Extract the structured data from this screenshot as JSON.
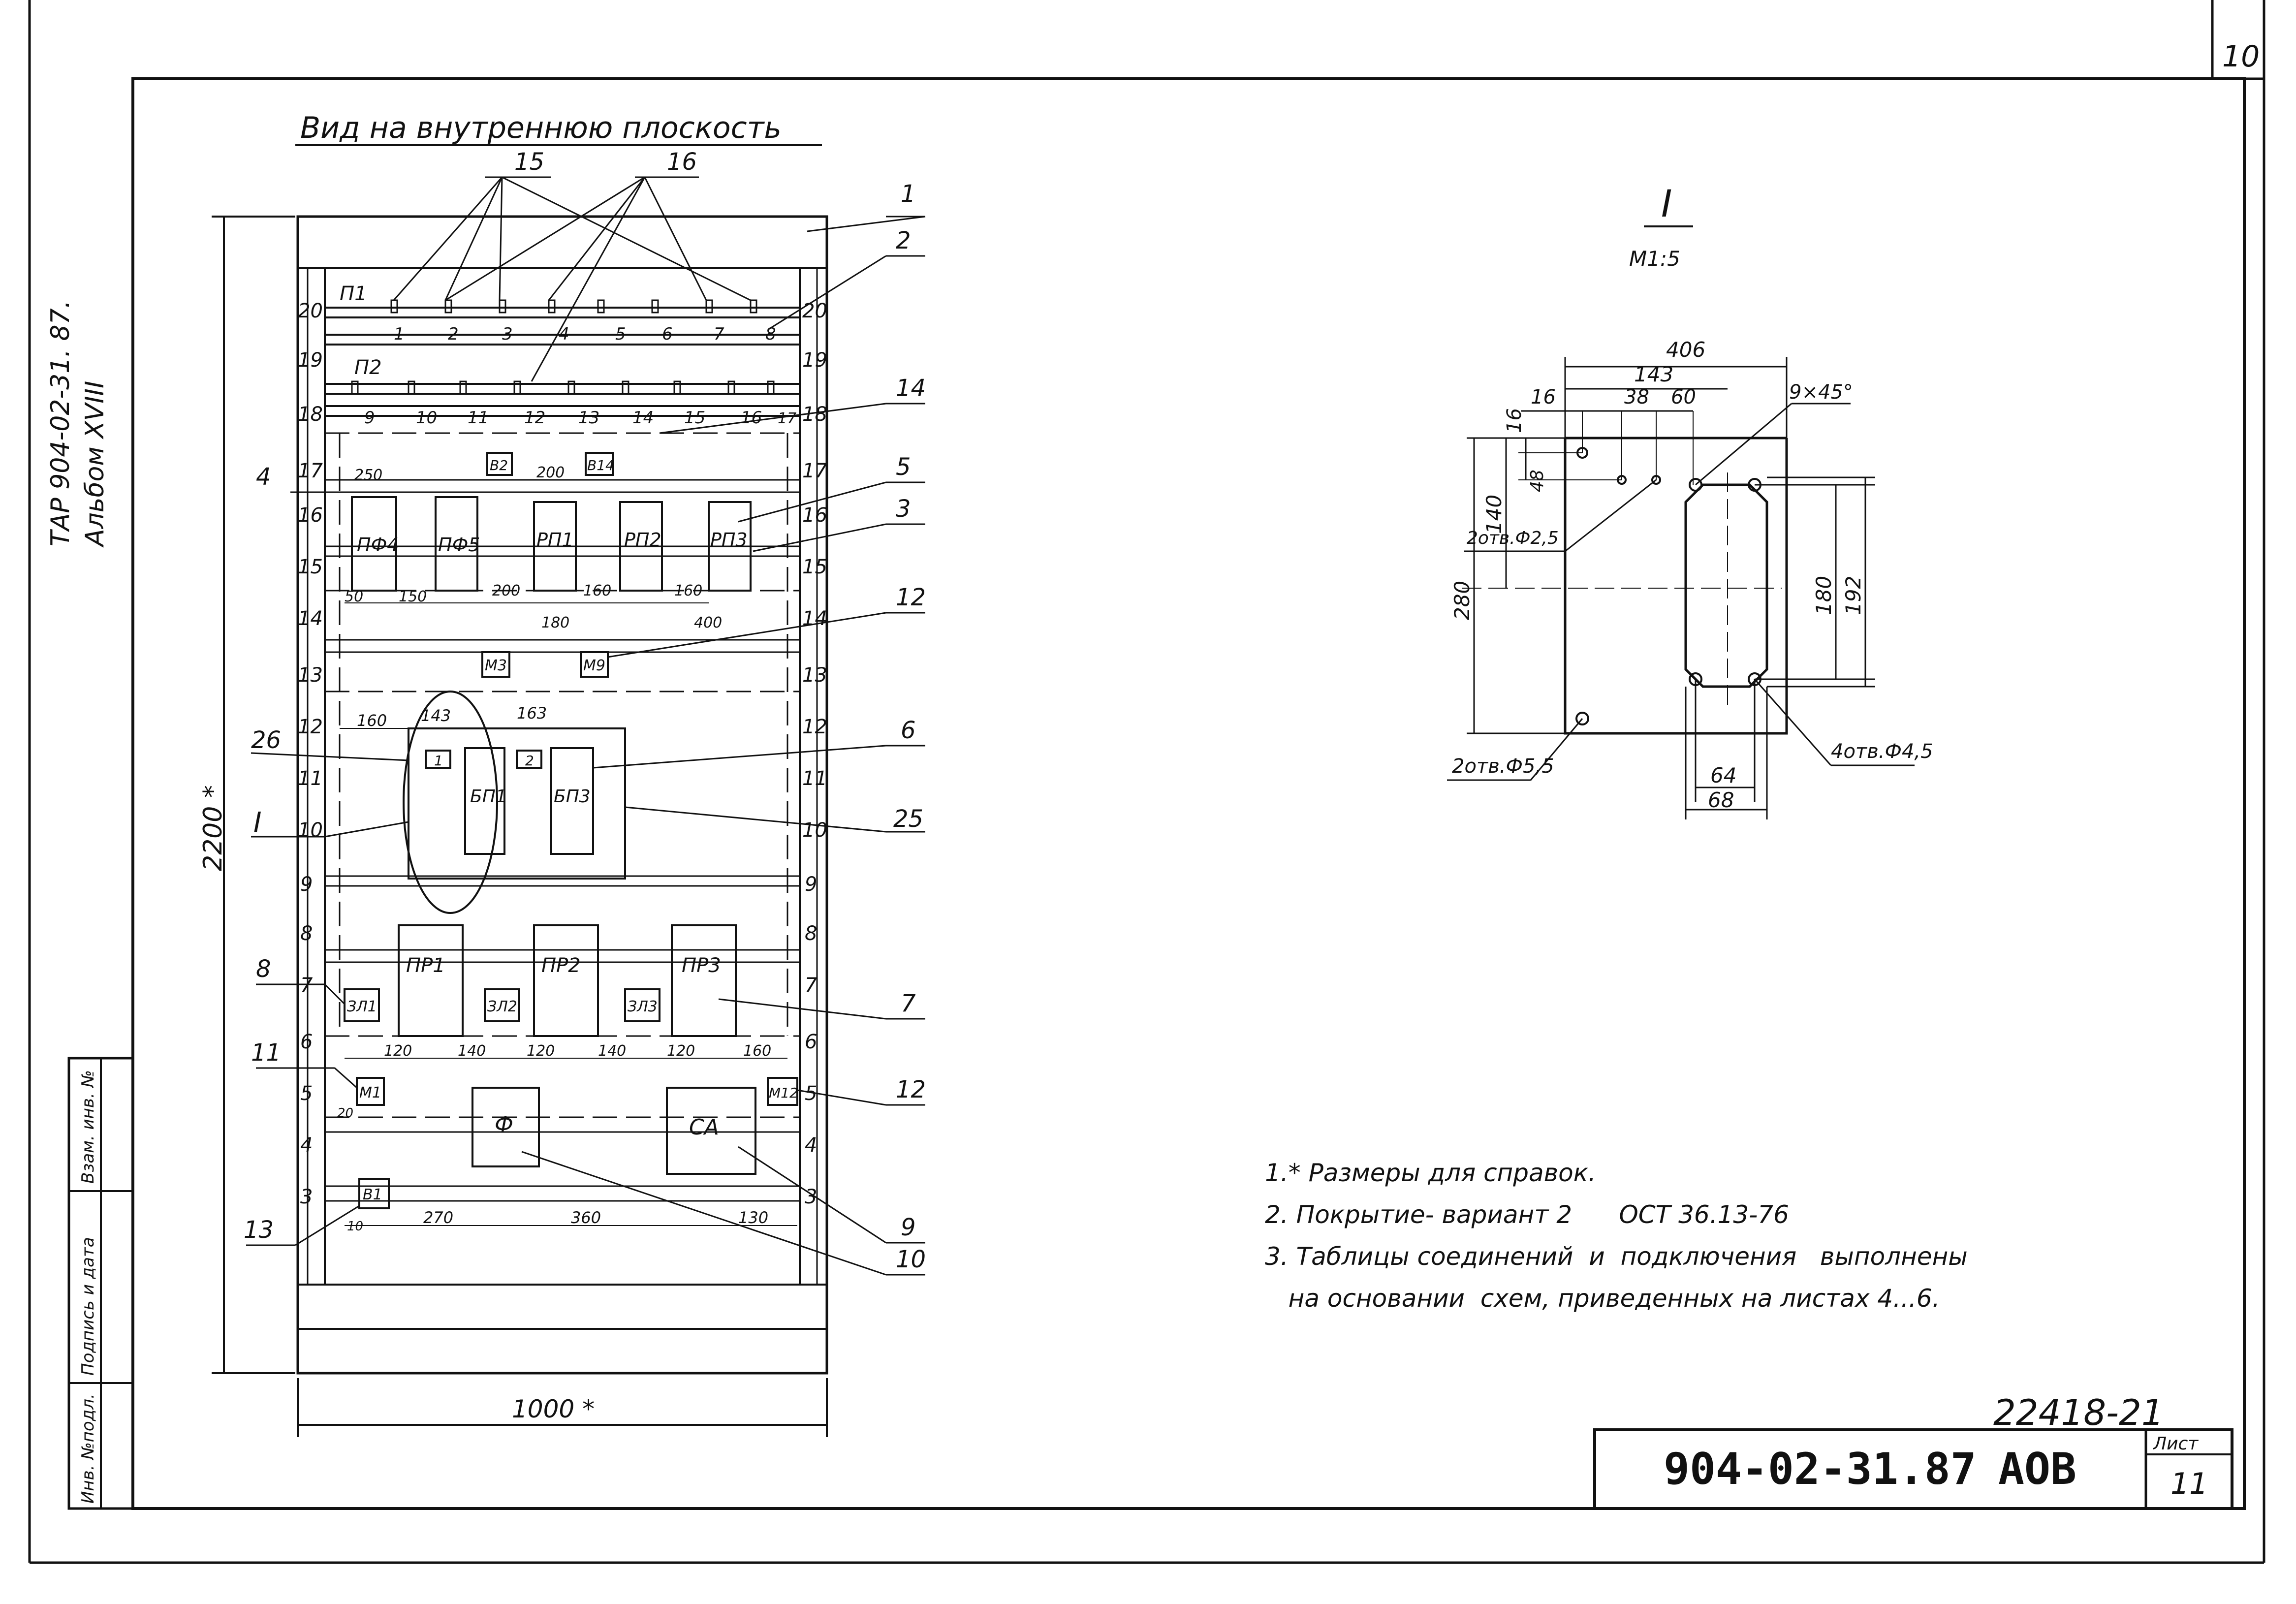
{
  "sheet": {
    "corner_number": "10",
    "title_view": "Вид на внутреннюю плоскость",
    "side_text_1": "ТАР 904-02-31. 87.",
    "side_text_2": "Альбом XVIII",
    "stamp_fields": [
      "Инв. №подл.",
      "Подпись и дата",
      "Взам. инв. №"
    ],
    "doc_code": "904-02-31.87",
    "doc_suffix": "АОВ",
    "sheet_label": "Лист",
    "sheet_number": "11",
    "archive_number": "22418-21"
  },
  "cabinet": {
    "width_dim": "1000 *",
    "height_dim": "2200 *",
    "left_scale": [
      "20",
      "19",
      "18",
      "17",
      "16",
      "15",
      "14",
      "13",
      "12",
      "11",
      "10",
      "9",
      "8",
      "7",
      "6",
      "5",
      "4",
      "3"
    ],
    "right_scale": [
      "20",
      "19",
      "18",
      "17",
      "16",
      "15",
      "14",
      "13",
      "12",
      "11",
      "10",
      "9",
      "8",
      "7",
      "6",
      "5",
      "4",
      "3"
    ],
    "p1_label": "П1",
    "p2_label": "П2",
    "terminals_top": [
      "1",
      "2",
      "3",
      "4",
      "5",
      "6",
      "7",
      "8"
    ],
    "terminals_bottom": [
      "9",
      "10",
      "11",
      "12",
      "13",
      "14",
      "15",
      "16",
      "17"
    ],
    "devices": {
      "v2": "В2",
      "v14": "В14",
      "pf4": "ПФ4",
      "pf5": "ПФ5",
      "rp1": "РП1",
      "rp2": "РП2",
      "rp3": "РП3",
      "m3": "М3",
      "m9": "М9",
      "bp1": "БП1",
      "bp3": "БП3",
      "pr1": "ПР1",
      "pr2": "ПР2",
      "pr3": "ПР3",
      "zl1": "ЗЛ1",
      "zl2": "ЗЛ2",
      "zl3": "ЗЛ3",
      "m1": "М1",
      "m12": "М12",
      "f": "Ф",
      "sa": "СА",
      "v1": "В1",
      "sq1": "1",
      "sq2": "2"
    },
    "dims": {
      "d_250": "250",
      "d_200a": "200",
      "d_50": "50",
      "d_150": "150",
      "d_200b": "200",
      "d_160a": "160",
      "d_160b": "160",
      "d_180": "180",
      "d_400": "400",
      "d_160c": "160",
      "d_143": "143",
      "d_163": "163",
      "d_120a": "120",
      "d_140a": "140",
      "d_120b": "120",
      "d_140b": "140",
      "d_120c": "120",
      "d_160d": "160",
      "d_20": "20",
      "d_270": "270",
      "d_360": "360",
      "d_130": "130",
      "d_10": "10"
    },
    "callouts": {
      "c1": "1",
      "c2": "2",
      "c3": "3",
      "c4": "4",
      "c5": "5",
      "c6": "6",
      "c7": "7",
      "c8": "8",
      "c9": "9",
      "c10": "10",
      "c11": "11",
      "c12a": "12",
      "c12b": "12",
      "c13": "13",
      "c14": "14",
      "c15": "15",
      "c16": "16",
      "c25": "25",
      "c26": "26",
      "cI": "I"
    }
  },
  "detail": {
    "title": "I",
    "scale": "М1:5",
    "dims": {
      "d406": "406",
      "d143": "143",
      "d16a": "16",
      "d38": "38",
      "d60": "60",
      "d16b": "16",
      "d48": "48",
      "d140": "140",
      "d280": "280",
      "d180": "180",
      "d192": "192",
      "d64": "64",
      "d68": "68",
      "chamfer": "9×45°"
    },
    "holes": {
      "h1": "2отв.Ф2,5",
      "h2": "2отв.Ф5,5",
      "h3": "4отв.Ф4,5"
    }
  },
  "notes": [
    "1.* Размеры для справок.",
    "2. Покрытие- вариант 2      ОСТ 36.13-76",
    "3. Таблицы соединений  и  подключения   выполнены",
    "   на основании  схем, приведенных на листах 4...6."
  ]
}
